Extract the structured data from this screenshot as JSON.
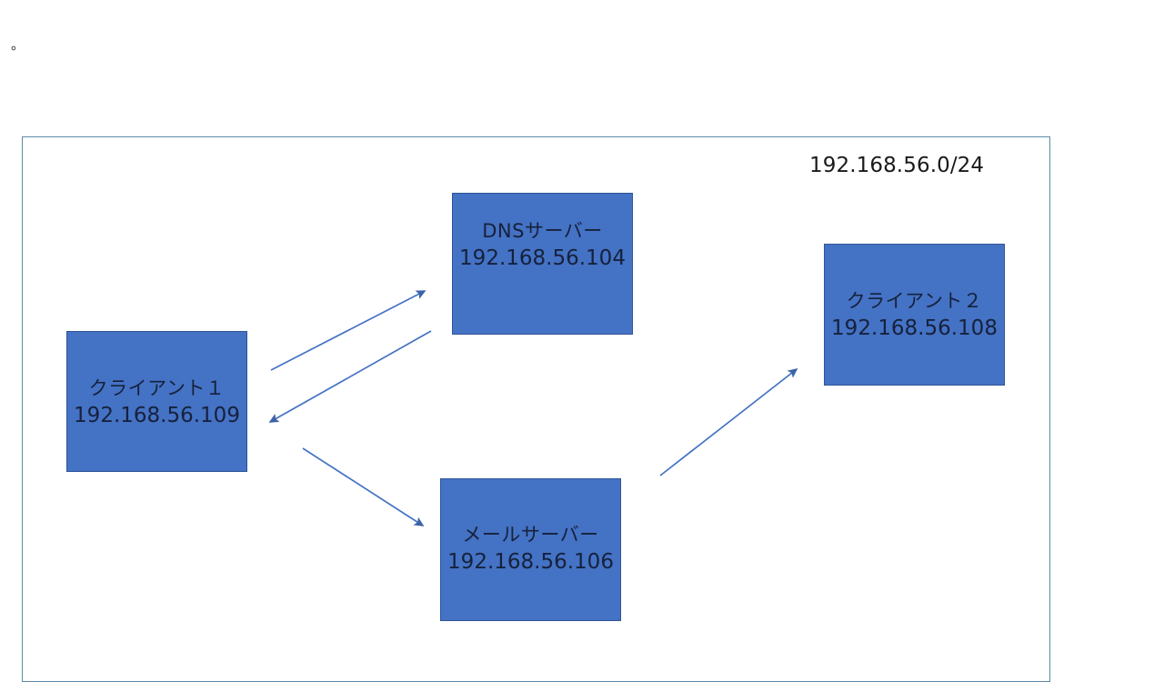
{
  "page": {
    "stray_mark": "。"
  },
  "network": {
    "label": "192.168.56.0/24",
    "frame_name": "network-boundary"
  },
  "nodes": [
    {
      "id": "dns",
      "title": "DNSサーバー",
      "ip": "192.168.56.104"
    },
    {
      "id": "client1",
      "title": "クライアント１",
      "ip": "192.168.56.109"
    },
    {
      "id": "client2",
      "title": "クライアント２",
      "ip": "192.168.56.108"
    },
    {
      "id": "mail",
      "title": "メールサーバー",
      "ip": "192.168.56.106"
    }
  ],
  "connectors": [
    {
      "name": "client1-to-dns",
      "from": "client1",
      "to": "dns",
      "direction": "forward"
    },
    {
      "name": "dns-to-client1",
      "from": "dns",
      "to": "client1",
      "direction": "forward"
    },
    {
      "name": "client1-to-mail",
      "from": "client1",
      "to": "mail",
      "direction": "forward"
    },
    {
      "name": "mail-to-client2",
      "from": "mail",
      "to": "client2",
      "direction": "forward"
    }
  ],
  "colors": {
    "node_fill": "#4472c4",
    "node_border": "#2f5597",
    "connector": "#4472c4",
    "frame_border": "#5b8aa6",
    "node_text": "#16213c",
    "label_text": "#1a1a1a"
  }
}
